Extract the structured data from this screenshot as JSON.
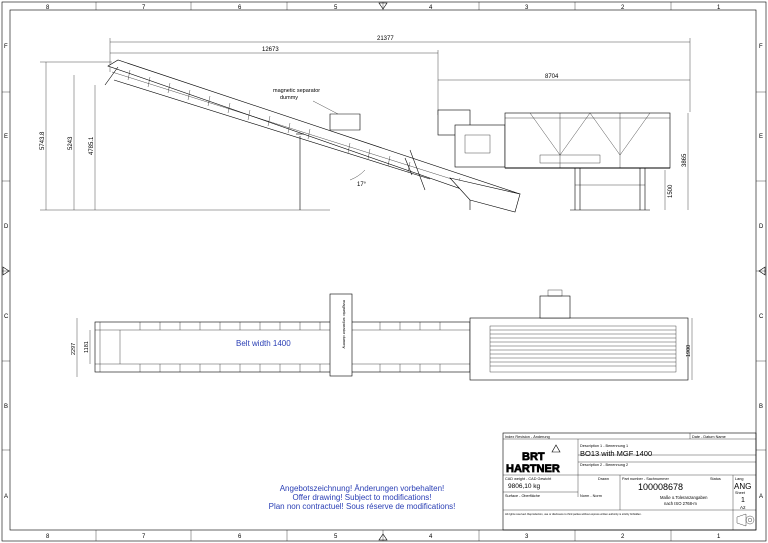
{
  "frame": {
    "columns_top": [
      "8",
      "7",
      "6",
      "5",
      "4",
      "3",
      "2",
      "1"
    ],
    "rows_left": [
      "F",
      "E",
      "D",
      "C",
      "B",
      "A"
    ]
  },
  "side_view": {
    "dimensions": {
      "overall_length": "21377",
      "conveyor_length": "12673",
      "screen_length": "8704",
      "height_total": "5743.8",
      "height_mid": "5243",
      "height_inner": "4785.1",
      "height_right": "3865",
      "leg_height": "1500",
      "angle": "17°"
    },
    "callout_line1": "magnetic separator",
    "callout_line2": "dummy"
  },
  "top_view": {
    "belt_label": "Belt width 1400",
    "dim_width_outer": "2297",
    "dim_width_inner": "1181",
    "dim_right": "1900",
    "magnet_label": "magnetic separator dummy"
  },
  "notice": {
    "line1": "Angebotszeichnung! Änderungen vorbehalten!",
    "line2": "Offer drawing! Subject to modifications!",
    "line3": "Plan non contractuel! Sous réserve de modifications!"
  },
  "title_block": {
    "revision_header": "Index  Revision - Änderung",
    "date_header": "Date - Datum  Name",
    "description1_label": "Description 1 - Benennung 1",
    "description1": "BO13 with MGF 1400",
    "description2_label": "Description 2 - Benennung 2",
    "logo_top": "BRT",
    "logo_bottom": "HARTNER",
    "weight_label": "CAD weight - CAD Gewicht",
    "weight_value": "9806,10 kg",
    "surface_label": "Surface - Oberfläche",
    "norm_label": "Norm - Norm",
    "drawn_label": "Drawn",
    "part_number_label": "Part number - Sachnummer",
    "part_number": "100008678",
    "status_label": "Status",
    "language": "ANG",
    "sheet_label": "Sheet",
    "sheet": "1",
    "format": "A2",
    "tolerances_line1": "Maße o.Toleranzangaben",
    "tolerances_line2": "nach ISO 2768-m",
    "copyright": "All rights reserved. Reproduction, use or disclosure to third parties without express written authority is strictly forbidden."
  }
}
